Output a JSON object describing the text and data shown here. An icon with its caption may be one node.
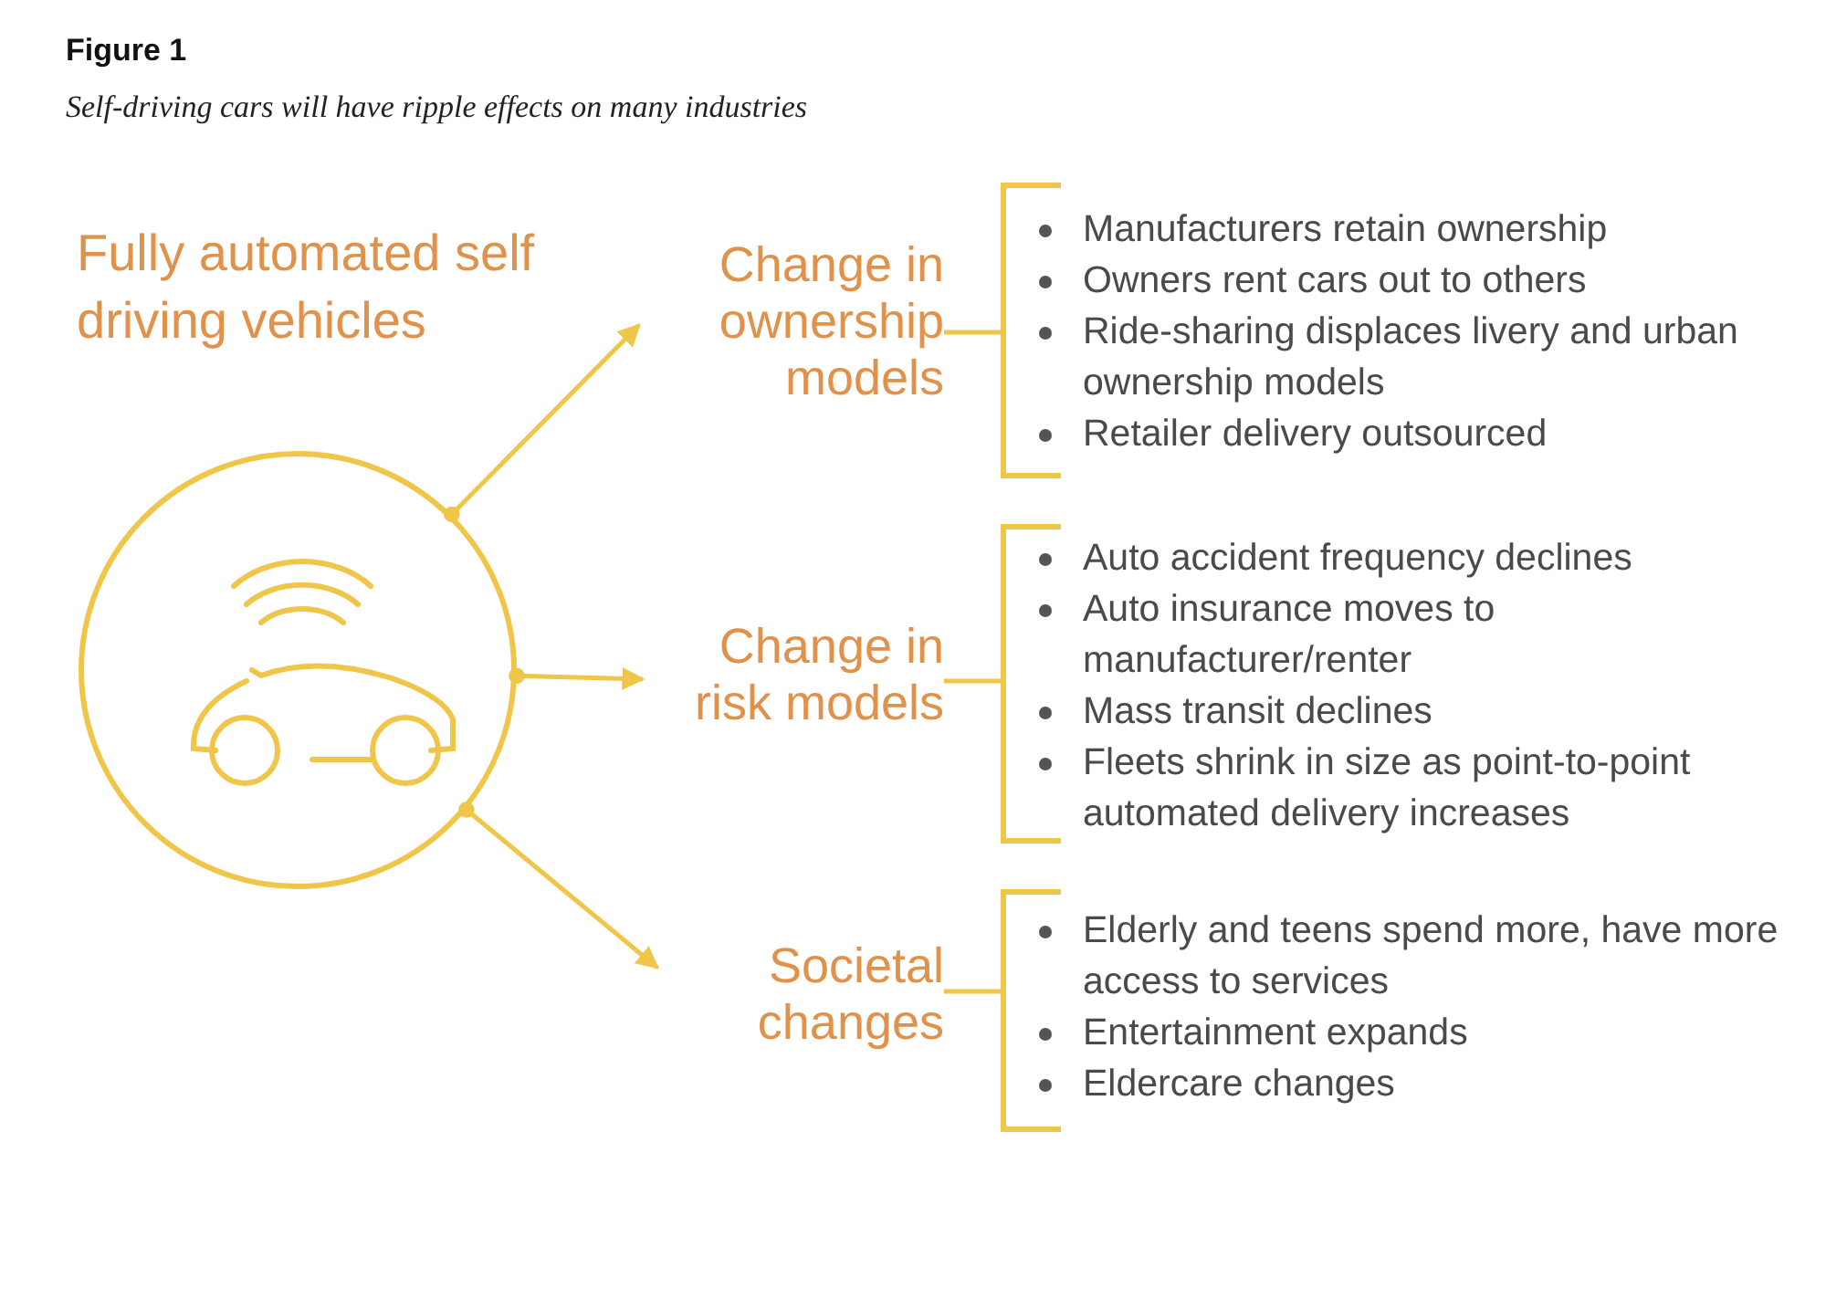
{
  "diagram": {
    "title": "Figure 1",
    "caption": "Self-driving cars will have ripple effects on many industries",
    "nodes": [
      {
        "text": [],
        "shape": "circle"
      },
      {
        "text": [
          "Change in ownership models"
        ]
      },
      {
        "text": [
          "Change in risk models"
        ]
      },
      {
        "text": [
          "Societal changes"
        ]
      },
      {
        "text": [
          "Manufacturers retain ownership",
          "Owners rent cars out to others",
          "Ride-sharing displaces livery and urban ownership models",
          "Retailer delivery outsourced"
        ]
      },
      {
        "text": [
          "Auto accident frequency declines",
          "Auto insurance moves to manufacturer/renter",
          "Mass transit declines",
          "Fleets shrink in size as point-to-point automated delivery increases"
        ]
      },
      {
        "text": [
          "Elderly and teens spend more, have more access to services",
          "Entertainment expands",
          "Eldercare changes"
        ]
      }
    ],
    "edges": [
      {
        "from": 0,
        "to": 1,
        "arrow": "to"
      },
      {
        "from": 0,
        "to": 2,
        "arrow": "to"
      },
      {
        "from": 0,
        "to": 3,
        "arrow": "to"
      },
      {
        "from": 1,
        "to": 4,
        "arrow": "none"
      },
      {
        "from": 2,
        "to": 5,
        "arrow": "none"
      },
      {
        "from": 3,
        "to": 6,
        "arrow": "none"
      }
    ],
    "labels": [
      "Fully automated self driving vehicles"
    ]
  }
}
